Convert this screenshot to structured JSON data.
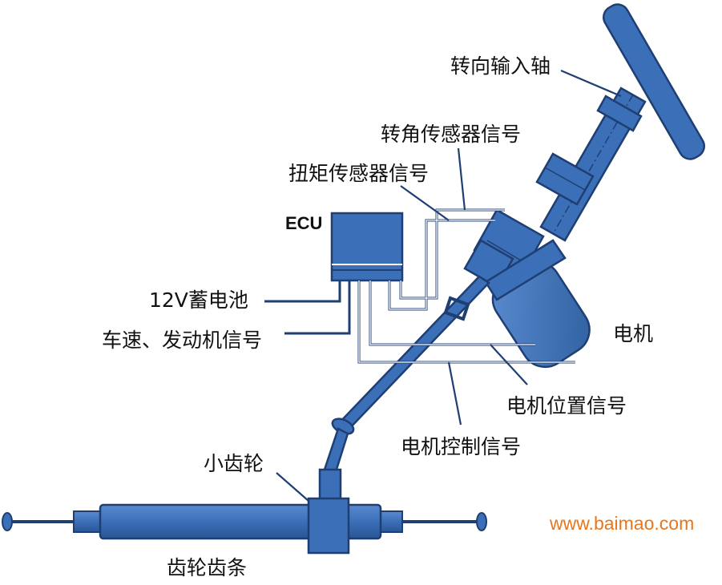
{
  "labels": {
    "steering_input_shaft": "转向输入轴",
    "angle_sensor_signal": "转角传感器信号",
    "torque_sensor_signal": "扭矩传感器信号",
    "ecu": "ECU",
    "battery": "12V蓄电池",
    "speed_engine_signal": "车速、发动机信号",
    "motor": "电机",
    "motor_position_signal": "电机位置信号",
    "motor_control_signal": "电机控制信号",
    "pinion": "小齿轮",
    "rack": "齿轮齿条"
  },
  "watermark": "www.baimao.com",
  "colors": {
    "part_fill": "#3b6fb8",
    "part_stroke": "#1f3f73",
    "wire": "#1f3f73",
    "watermark": "#e8761e",
    "text": "#111111"
  }
}
